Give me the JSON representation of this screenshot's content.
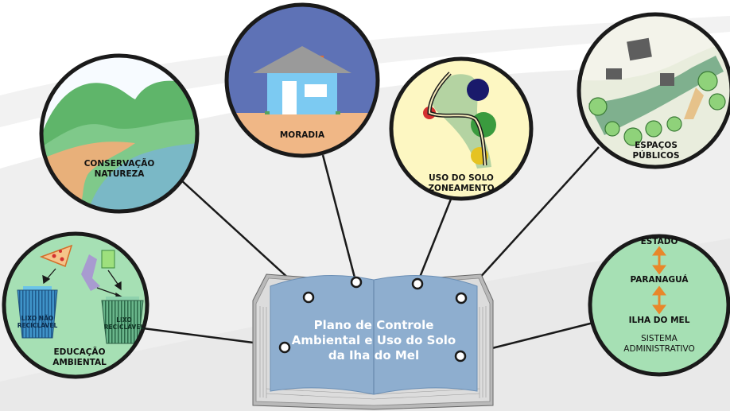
{
  "book": {
    "title_lines": [
      "Plano de Controle",
      "Ambiental e Uso do Solo",
      "da Iha do Mel"
    ]
  },
  "topics": {
    "conservacao": {
      "lines": [
        "CONSERVAÇÃO",
        "NATUREZA"
      ]
    },
    "moradia": {
      "lines": [
        "MORADIA"
      ]
    },
    "uso_solo": {
      "lines": [
        "USO DO SOLO",
        "ZONEAMENTO"
      ]
    },
    "espacos": {
      "lines": [
        "ESPAÇOS",
        "PÚBLICOS"
      ]
    },
    "educacao": {
      "lines": [
        "EDUCAÇÃO",
        "AMBIENTAL"
      ],
      "bin_left": [
        "LIXO NÃO",
        "RECICLÁVEL"
      ],
      "bin_right": [
        "LIXO",
        "RECICLÁVEL"
      ]
    },
    "sistema": {
      "level1": "ESTADO",
      "level2": "PARANAGUÁ",
      "level3": "ILHA DO MEL",
      "lines": [
        "SISTEMA",
        "ADMINISTRATIVO"
      ]
    }
  },
  "colors": {
    "book_blue": "#8eaecf",
    "arrow_orange": "#e8872a",
    "bubble_yellow": "#fdf7c2",
    "bubble_green": "#a6e0b4"
  }
}
